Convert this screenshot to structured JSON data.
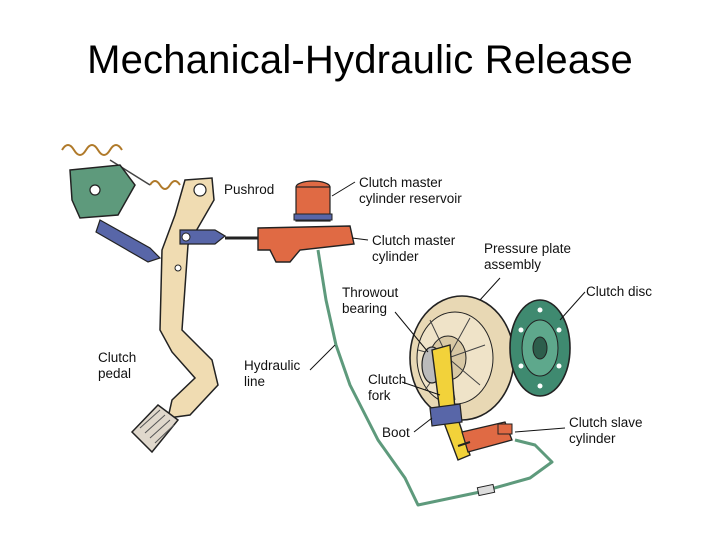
{
  "slide": {
    "title": "Mechanical-Hydraulic Release"
  },
  "labels": {
    "pushrod": [
      "Pushrod"
    ],
    "reservoir": [
      "Clutch master",
      "cylinder reservoir"
    ],
    "master_cylinder": [
      "Clutch master",
      "cylinder"
    ],
    "pressure_plate": [
      "Pressure plate",
      "assembly"
    ],
    "throwout_bearing": [
      "Throwout",
      "bearing"
    ],
    "clutch_disc": [
      "Clutch disc"
    ],
    "clutch_pedal": [
      "Clutch",
      "pedal"
    ],
    "hydraulic_line": [
      "Hydraulic",
      "line"
    ],
    "clutch_fork": [
      "Clutch",
      "fork"
    ],
    "boot": [
      "Boot"
    ],
    "slave_cylinder": [
      "Clutch slave",
      "cylinder"
    ]
  },
  "colors": {
    "pedal": "#f0dcb2",
    "bracket": "#5e9a7c",
    "hydraulic": "#e06a44",
    "pushrod": "#5866a8",
    "pressure_plate": "#e8d8b4",
    "clutch_disc": "#3f8a70",
    "fork": "#f2d23a",
    "line": "#5e9a7c",
    "outline": "#222222"
  }
}
